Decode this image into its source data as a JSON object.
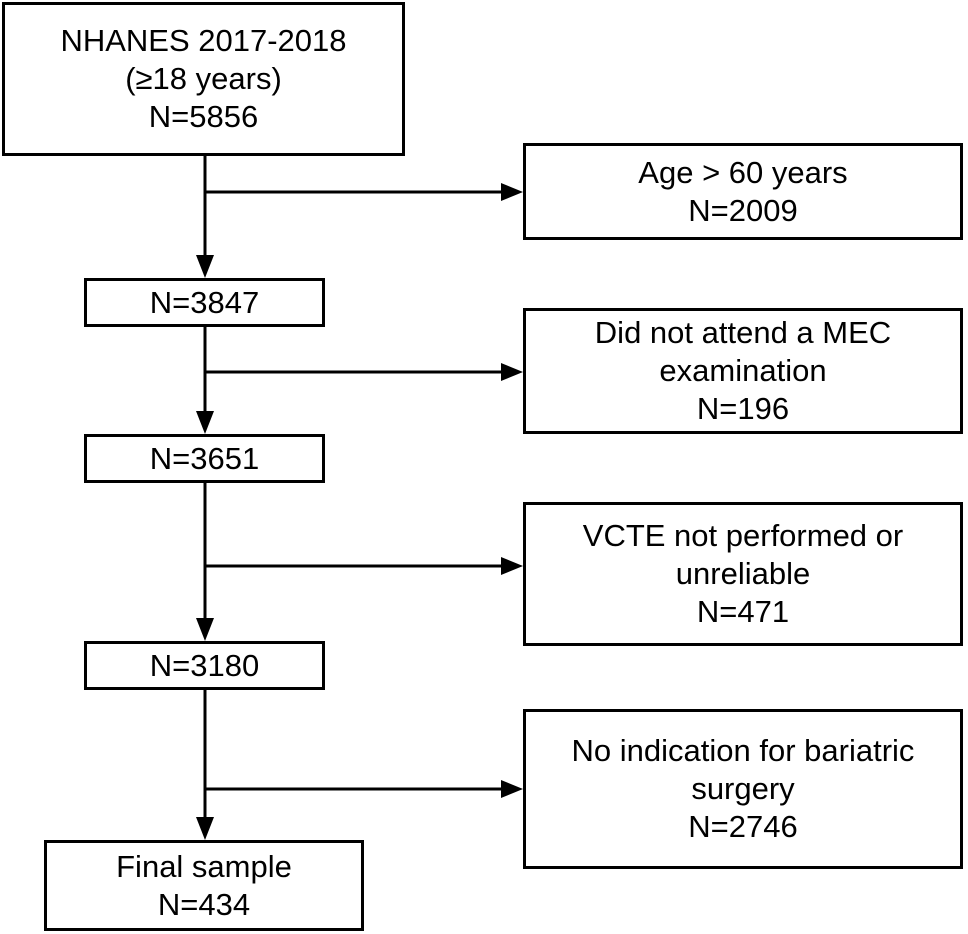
{
  "flowchart": {
    "start": {
      "lines": [
        "NHANES 2017-2018",
        "(≥18 years)",
        "N=5856"
      ]
    },
    "steps": [
      {
        "count": "N=3847",
        "excluded": [
          "Age > 60 years",
          "N=2009"
        ]
      },
      {
        "count": "N=3651",
        "excluded": [
          "Did not attend a MEC",
          "examination",
          "N=196"
        ]
      },
      {
        "count": "N=3180",
        "excluded": [
          "VCTE not performed or",
          "unreliable",
          "N=471"
        ]
      },
      {
        "count": null,
        "excluded": [
          "No indication for bariatric",
          "surgery",
          "N=2746"
        ]
      }
    ],
    "final": {
      "lines": [
        "Final sample",
        "N=434"
      ]
    }
  }
}
